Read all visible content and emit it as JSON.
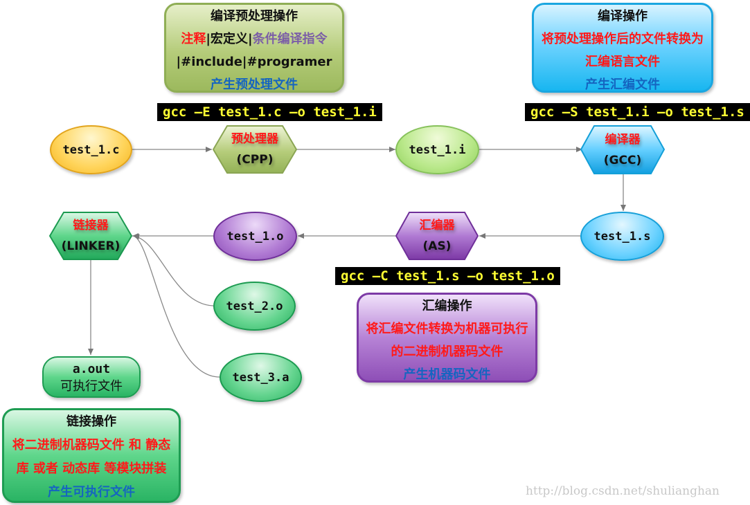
{
  "preprocess_box": {
    "title": "编译预处理操作",
    "line2_part1": "注释",
    "sep1": "|",
    "line2_part2": "宏定义",
    "sep2": "|",
    "line2_part3": "条件编译指令",
    "line3": "|#include|#programer",
    "line4": "产生预处理文件"
  },
  "compile_box": {
    "title": "编译操作",
    "line2": "将预处理操作后的文件转换为",
    "line3": "汇编语言文件",
    "line4": "产生汇编文件"
  },
  "assemble_box": {
    "title": "汇编操作",
    "line2": "将汇编文件转换为机器可执行",
    "line3": "的二进制机器码文件",
    "line4": "产生机器码文件"
  },
  "link_box": {
    "title": "链接操作",
    "line2": "将二进制机器码文件 和 静态",
    "line3": "库 或者 动态库 等模块拼装",
    "line4": "产生可执行文件"
  },
  "commands": {
    "preprocess": "gcc  –E  test_1.c  –o  test_1.i",
    "compile": "gcc  –S  test_1.i –o  test_1.s",
    "assemble": "gcc  –C  test_1.s  –o  test_1.o"
  },
  "files": {
    "source": "test_1.c",
    "preprocessed": "test_1.i",
    "assembly": "test_1.s",
    "object1": "test_1.o",
    "object2": "test_2.o",
    "library": "test_3.a"
  },
  "tools": {
    "cpp_name": "预处理器",
    "cpp_abbr": "(CPP)",
    "gcc_name": "编译器",
    "gcc_abbr": "(GCC)",
    "as_name": "汇编器",
    "as_abbr": "(AS)",
    "linker_name": "链接器",
    "linker_abbr": "(LINKER)"
  },
  "output": {
    "filename": "a.out",
    "desc": "可执行文件"
  },
  "watermark": "http://blog.csdn.net/shulianghan",
  "colors": {
    "olive": "#b5cc7a",
    "blue": "#18b6f0",
    "purple": "#8e4fb7",
    "green": "#2ab464",
    "yellow": "#ffd45a",
    "light_green": "#b9e88a",
    "red_text": "#ff1a1a",
    "blue_text": "#1565c0",
    "command_bg": "#000000",
    "command_text": "#ffff33"
  }
}
